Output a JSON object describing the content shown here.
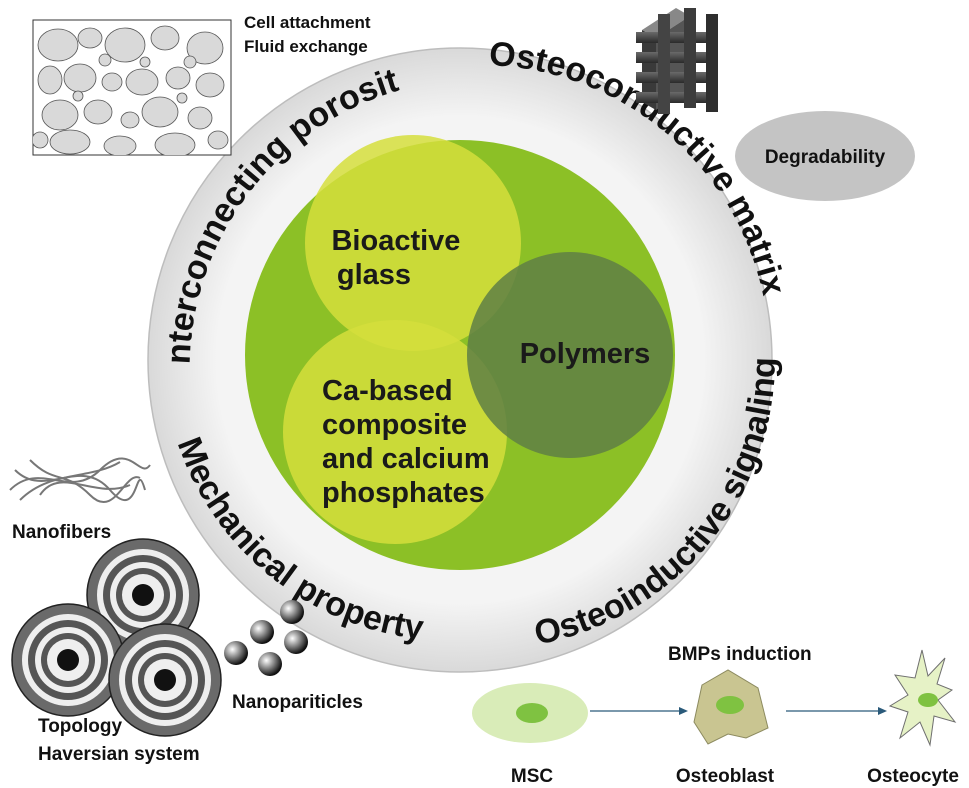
{
  "ring_labels": {
    "top_left": "Interconnecting porosity",
    "top_right": "Osteoconductive matrix",
    "bottom_left": "Mechanical property",
    "bottom_right": "Osteoinductive signaling"
  },
  "core": {
    "bioactive_line1": "Bioactive",
    "bioactive_line2": "glass",
    "polymers": "Polymers",
    "ca_line1": "Ca-based",
    "ca_line2": "composite",
    "ca_line3": "and calcium",
    "ca_line4": "phosphates"
  },
  "porosity": {
    "line1": "Cell attachment",
    "line2": "Fluid exchange"
  },
  "scaffold": {
    "degradability": "Degradability"
  },
  "mechanical": {
    "nanofibers": "Nanofibers",
    "topology_line1": "Topology",
    "topology_line2": "Haversian system",
    "nanoparticles": "Nanopariticles"
  },
  "signaling": {
    "induction": "BMPs induction",
    "cells": [
      "MSC",
      "Osteoblast",
      "Osteocyte"
    ]
  },
  "colors": {
    "ring": "#e6e6e6",
    "core_green": "#8cc026",
    "yellow_circle": "#d5de3c",
    "polymer_circle": "#6b8a48",
    "arrow": "#2a5a7a"
  }
}
